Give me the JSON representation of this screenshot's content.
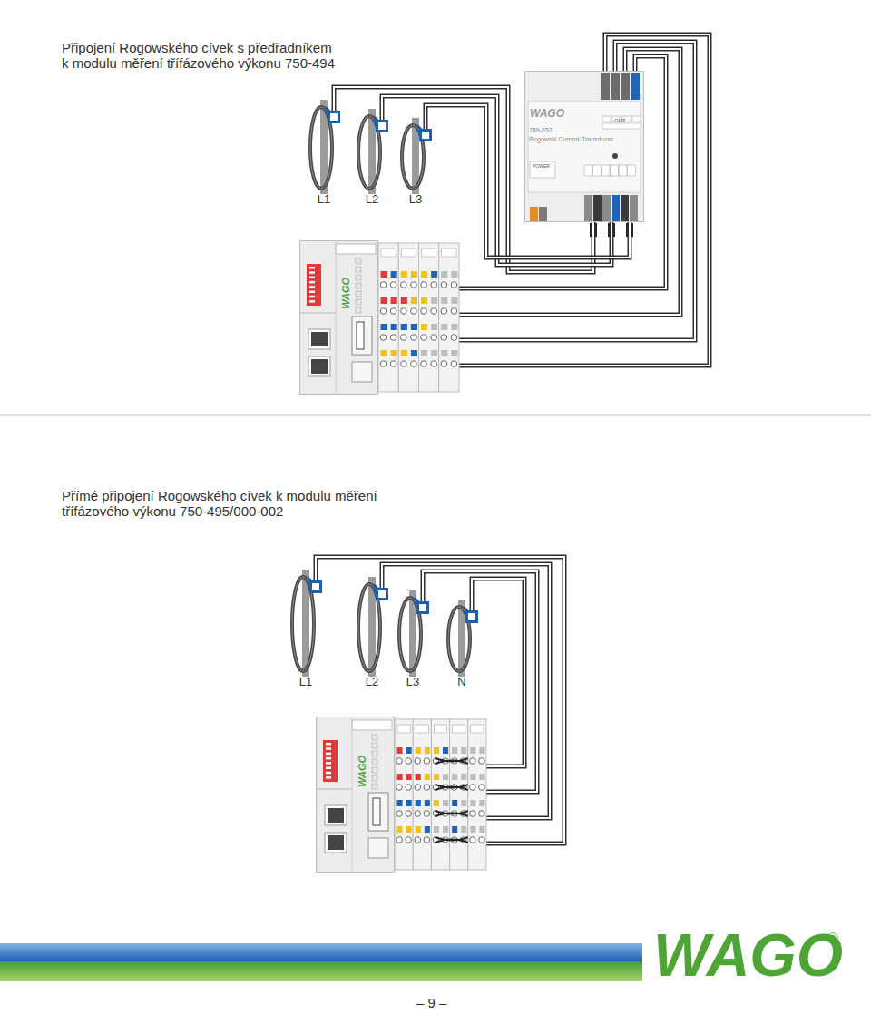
{
  "diagram": {
    "title": "Připojení Rogowského cívek s předřadníkem k modulu měření třífázového výkonu 750-494",
    "nodes": [
      {
        "text": [
          "789-652",
          "Rogowski Current-Transducer"
        ]
      },
      {
        "text": [
          "L1"
        ]
      },
      {
        "text": [
          "L2"
        ]
      },
      {
        "text": [
          "L3"
        ]
      },
      {
        "text": [
          "WAGO"
        ]
      },
      {
        "text": [
          "L1"
        ]
      },
      {
        "text": [
          "L2"
        ]
      },
      {
        "text": [
          "L3"
        ]
      },
      {
        "text": [
          "N"
        ]
      },
      {
        "text": [
          "WAGO"
        ]
      }
    ],
    "edges": [
      {
        "from": 1,
        "to": 0,
        "arrow": "none"
      },
      {
        "from": 2,
        "to": 0,
        "arrow": "none"
      },
      {
        "from": 3,
        "to": 0,
        "arrow": "none"
      },
      {
        "from": 0,
        "to": 4,
        "arrow": "none"
      },
      {
        "from": 0,
        "to": 4,
        "arrow": "none"
      },
      {
        "from": 0,
        "to": 4,
        "arrow": "none"
      },
      {
        "from": 0,
        "to": 4,
        "arrow": "none"
      },
      {
        "from": 5,
        "to": 9,
        "arrow": "none"
      },
      {
        "from": 6,
        "to": 9,
        "arrow": "none"
      },
      {
        "from": 7,
        "to": 9,
        "arrow": "none"
      },
      {
        "from": 8,
        "to": 9,
        "arrow": "none"
      }
    ],
    "labels": [
      "Přímé připojení Rogowského cívek k modulu měření třífázového výkonu 750-495/000-002",
      "WAGO",
      "OUT",
      "POWER",
      "WAGO",
      "®",
      "– 9 –"
    ]
  }
}
